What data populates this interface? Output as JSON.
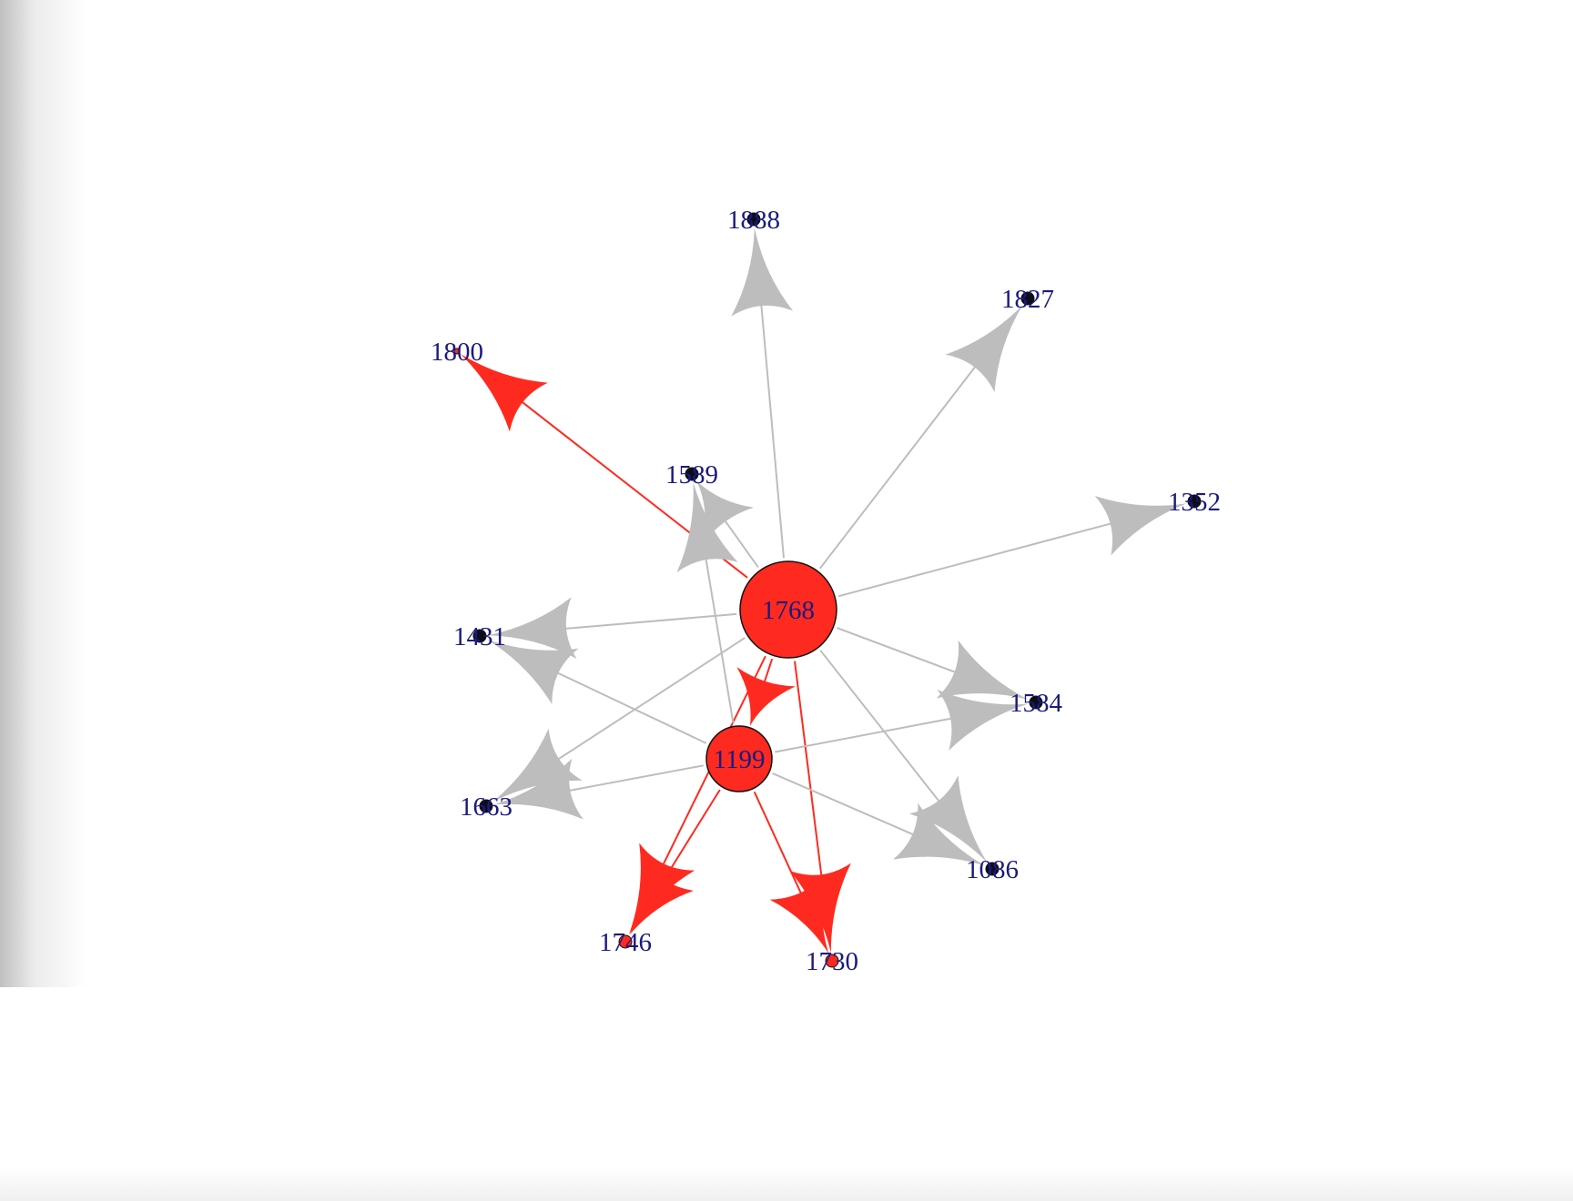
{
  "colors": {
    "highlight": "#ff2a1f",
    "edge_default": "#bdbdbd",
    "node_small": "#0d0d1a",
    "label": "#1a1a80",
    "node_outline": "#111111"
  },
  "nodes": [
    {
      "id": "1768",
      "label": "1768",
      "highlighted": true,
      "size": "large"
    },
    {
      "id": "1199",
      "label": "1199",
      "highlighted": true,
      "size": "medium"
    },
    {
      "id": "1888",
      "label": "1888",
      "highlighted": false,
      "size": "small"
    },
    {
      "id": "1827",
      "label": "1827",
      "highlighted": false,
      "size": "small"
    },
    {
      "id": "1800",
      "label": "1800",
      "highlighted": true,
      "size": "tiny"
    },
    {
      "id": "1589",
      "label": "1589",
      "highlighted": false,
      "size": "small"
    },
    {
      "id": "1352",
      "label": "1352",
      "highlighted": false,
      "size": "small"
    },
    {
      "id": "1431",
      "label": "1431",
      "highlighted": false,
      "size": "small"
    },
    {
      "id": "1584",
      "label": "1584",
      "highlighted": false,
      "size": "small"
    },
    {
      "id": "1663",
      "label": "1663",
      "highlighted": false,
      "size": "small"
    },
    {
      "id": "1086",
      "label": "1086",
      "highlighted": false,
      "size": "small"
    },
    {
      "id": "1746",
      "label": "1746",
      "highlighted": true,
      "size": "small"
    },
    {
      "id": "1730",
      "label": "1730",
      "highlighted": true,
      "size": "small"
    }
  ],
  "edges": [
    {
      "from": "1768",
      "to": "1888",
      "highlighted": false
    },
    {
      "from": "1768",
      "to": "1827",
      "highlighted": false
    },
    {
      "from": "1768",
      "to": "1352",
      "highlighted": false
    },
    {
      "from": "1768",
      "to": "1800",
      "highlighted": true
    },
    {
      "from": "1768",
      "to": "1589",
      "highlighted": false
    },
    {
      "from": "1768",
      "to": "1431",
      "highlighted": false
    },
    {
      "from": "1768",
      "to": "1584",
      "highlighted": false
    },
    {
      "from": "1768",
      "to": "1663",
      "highlighted": false
    },
    {
      "from": "1768",
      "to": "1086",
      "highlighted": false
    },
    {
      "from": "1768",
      "to": "1746",
      "highlighted": true
    },
    {
      "from": "1768",
      "to": "1730",
      "highlighted": true
    },
    {
      "from": "1768",
      "to": "1199",
      "highlighted": true
    },
    {
      "from": "1199",
      "to": "1589",
      "highlighted": false
    },
    {
      "from": "1199",
      "to": "1431",
      "highlighted": false
    },
    {
      "from": "1199",
      "to": "1584",
      "highlighted": false
    },
    {
      "from": "1199",
      "to": "1663",
      "highlighted": false
    },
    {
      "from": "1199",
      "to": "1086",
      "highlighted": false
    },
    {
      "from": "1199",
      "to": "1746",
      "highlighted": true
    },
    {
      "from": "1199",
      "to": "1730",
      "highlighted": true
    }
  ]
}
